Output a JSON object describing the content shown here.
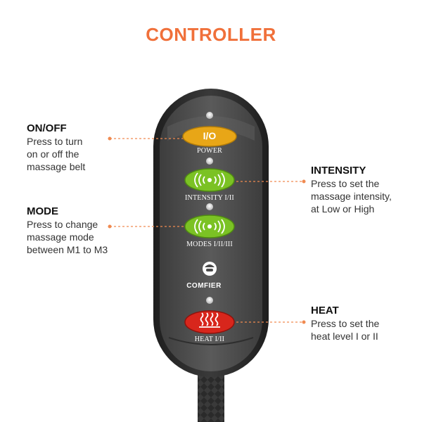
{
  "title": {
    "text": "CONTROLLER",
    "color": "#f0703a"
  },
  "annotations": {
    "onoff": {
      "title": "ON/OFF",
      "desc": "Press to turn\non or off the\nmassage belt"
    },
    "mode": {
      "title": "MODE",
      "desc": "Press to change\nmassage mode\nbetween M1 to M3"
    },
    "intensity": {
      "title": "INTENSITY",
      "desc": "Press to set the\nmassage intensity,\nat Low or High"
    },
    "heat": {
      "title": "HEAT",
      "desc": "Press to set the\nheat level I or II"
    }
  },
  "remote": {
    "power": {
      "glyph": "I/O",
      "label": "POWER",
      "color": "#e8a617",
      "icon": "power-toggle"
    },
    "intensity": {
      "label": "INTENSITY I/II",
      "color": "#7bc224",
      "icon": "vibration-icon"
    },
    "modes": {
      "label": "MODES I/II/III",
      "color": "#7bc224",
      "icon": "vibration-icon"
    },
    "brand": {
      "name": "COMFIER",
      "icon": "comfier-logo"
    },
    "heat": {
      "label": "HEAT I/II",
      "color": "#d8261c",
      "icon": "heat-waves-icon"
    }
  },
  "colors": {
    "leader": "#f08a50",
    "body": "#4a4a4a",
    "rim": "#2b2b2b"
  }
}
